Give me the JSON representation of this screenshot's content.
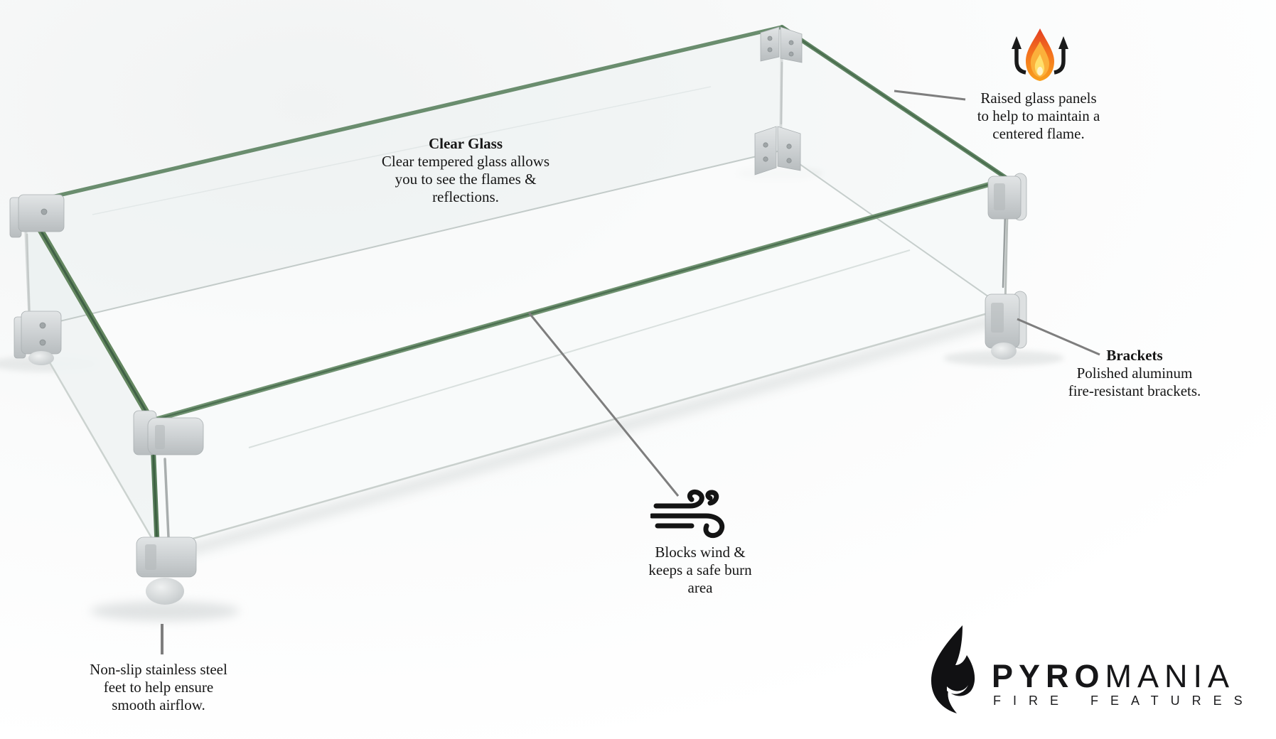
{
  "annotations": {
    "clear_glass": {
      "heading": "Clear Glass",
      "body": "Clear tempered glass allows\nyou to see the flames &\nreflections."
    },
    "raised_panels": {
      "body": "Raised glass panels\nto help to maintain a\ncentered flame."
    },
    "brackets": {
      "heading": "Brackets",
      "body": "Polished aluminum\nfire-resistant brackets."
    },
    "wind": {
      "body": "Blocks wind &\nkeeps a safe burn\narea"
    },
    "feet": {
      "body": "Non-slip stainless steel\nfeet to help ensure\nsmooth airflow."
    }
  },
  "logo": {
    "brand_bold": "PYRO",
    "brand_light": "MANIA",
    "tagline": "FIRE FEATURES"
  },
  "icons": {
    "raised_flame": "flame-with-up-arrows-icon",
    "wind": "wind-gust-icon",
    "logo_flame": "pyromania-flame-icon"
  },
  "colors": {
    "glass_edge_green": "#64875f",
    "glass_edge_core": "#3f6045",
    "bracket_gray": "#cdd1d3",
    "leader_gray": "#7e7e7e",
    "flame_orange": "#f3701e",
    "flame_yellow": "#ffdf6b",
    "text_black": "#161616"
  }
}
